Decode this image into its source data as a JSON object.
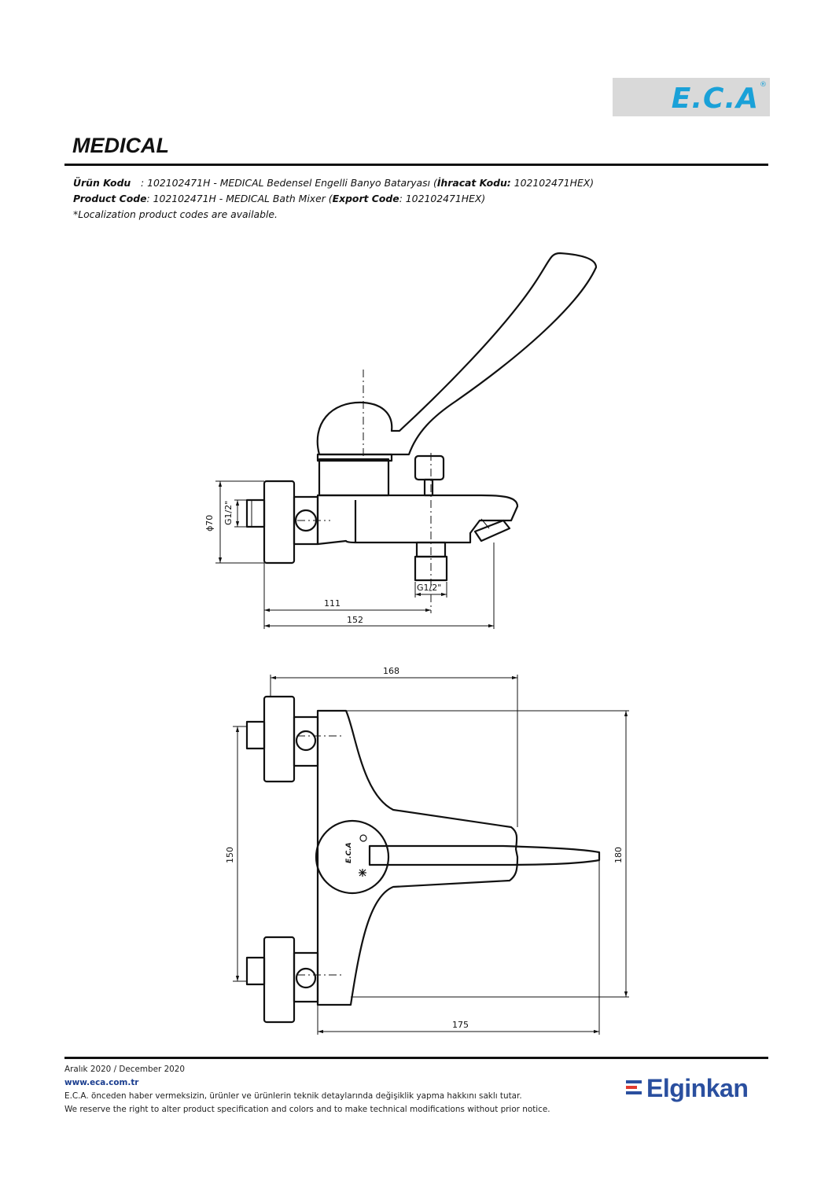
{
  "header": {
    "logo_text": "E.C.A",
    "logo_reg": "®",
    "title": "MEDICAL"
  },
  "codes": {
    "line1_label": "Ürün Kodu",
    "line1_value_a": ": 102102471H - MEDICAL Bedensel Engelli Banyo Bataryası (",
    "line1_export_label": "İhracat Kodu:",
    "line1_export_value": " 102102471HEX)",
    "line2_label": "Product Code",
    "line2_value_a": ": 102102471H - MEDICAL Bath Mixer (",
    "line2_export_label": "Export Code",
    "line2_export_value": ": 102102471HEX)",
    "line3": "*Localization product codes are available."
  },
  "drawing": {
    "side_dims": {
      "diameter": "ϕ70",
      "thread_left": "G1/2\"",
      "thread_bottom": "G1/2\"",
      "d111": "111",
      "d152": "152"
    },
    "top_dims": {
      "d168": "168",
      "d150": "150",
      "d180": "180",
      "d175": "175"
    },
    "plate_mark": "E.C.A"
  },
  "footer": {
    "date": "Aralık 2020 / December 2020",
    "website": "www.eca.com.tr",
    "disclaimer_tr": "E.C.A. önceden haber vermeksizin, ürünler ve ürünlerin teknik detaylarında değişiklik yapma hakkını saklı tutar.",
    "disclaimer_en": "We reserve the right to alter product specification and colors and to make technical modifications without prior notice.",
    "brand": "Elginkan"
  },
  "colors": {
    "logo_blue": "#1aa1d8",
    "brand_blue": "#2a4f9f",
    "brand_red": "#e13a2f"
  }
}
